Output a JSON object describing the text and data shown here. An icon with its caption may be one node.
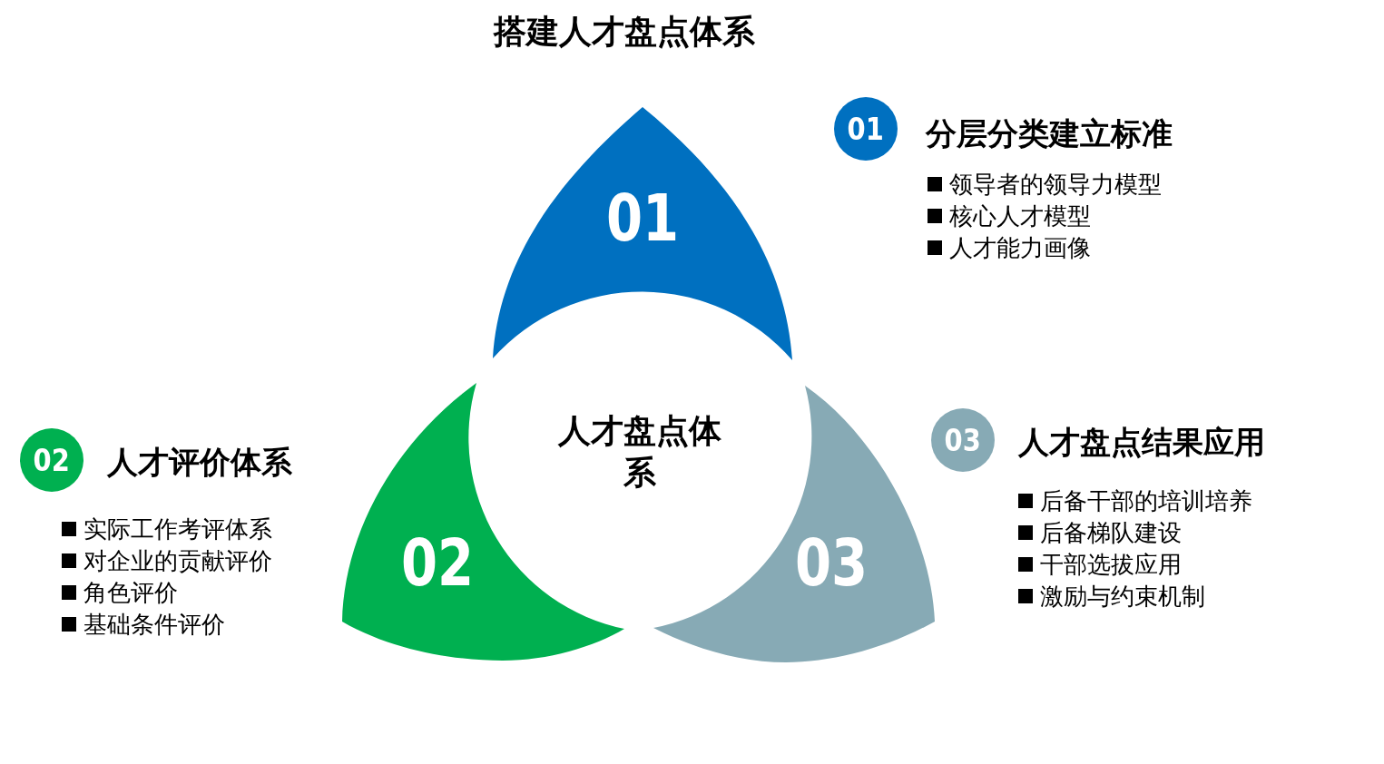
{
  "diagram": {
    "title": "搭建人才盘点体系",
    "nodes": [
      {
        "text": [
          "01"
        ]
      },
      {
        "text": [
          "02"
        ]
      },
      {
        "text": [
          "03"
        ]
      },
      {
        "text": [
          "人才盘点体系"
        ]
      },
      {
        "text": [
          "01"
        ],
        "beside": [
          "分层分类建立标准"
        ]
      },
      {
        "text": [
          "02"
        ],
        "beside": [
          "人才评价体系"
        ]
      },
      {
        "text": [
          "03"
        ],
        "beside": [
          "人才盘点结果应用"
        ]
      }
    ],
    "labels": [
      "领导者的领导力模型",
      "核心人才模型",
      "人才能力画像",
      "实际工作考评体系",
      "对企业的贡献评价",
      "角色评价",
      "基础条件评价",
      "后备干部的培训培养",
      "后备梯队建设",
      "干部选拔应用",
      "激励与约束机制"
    ]
  }
}
